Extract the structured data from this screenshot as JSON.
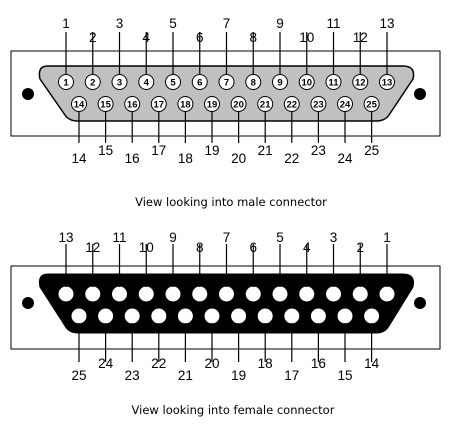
{
  "male": {
    "caption": "View looking into male connector",
    "top_row": [
      "1",
      "2",
      "3",
      "4",
      "5",
      "6",
      "7",
      "8",
      "9",
      "10",
      "11",
      "12",
      "13"
    ],
    "bottom_row": [
      "14",
      "15",
      "16",
      "17",
      "18",
      "19",
      "20",
      "21",
      "22",
      "23",
      "24",
      "25"
    ],
    "shell_color": "#c0c0c0",
    "pin_color": "#ffffff"
  },
  "female": {
    "caption": "View looking into female connector",
    "top_row": [
      "13",
      "12",
      "11",
      "10",
      "9",
      "8",
      "7",
      "6",
      "5",
      "4",
      "3",
      "2",
      "1"
    ],
    "bottom_row": [
      "25",
      "24",
      "23",
      "22",
      "21",
      "20",
      "19",
      "18",
      "17",
      "16",
      "15",
      "14"
    ],
    "shell_color": "#000000",
    "socket_color": "#ffffff"
  }
}
